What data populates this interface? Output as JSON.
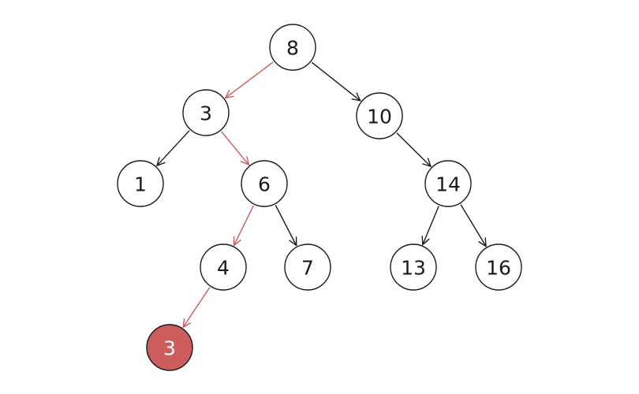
{
  "diagram": {
    "type": "binary-search-tree-insertion",
    "colors": {
      "background": "#ffffff",
      "node_stroke": "#1a1a1a",
      "node_fill": "#ffffff",
      "text": "#1a1a1a",
      "edge": "#1a1a1a",
      "highlight": "#cd5c5c",
      "highlight_text": "#ffffff"
    },
    "nodes": [
      {
        "id": "n8",
        "label": "8"
      },
      {
        "id": "n3",
        "label": "3"
      },
      {
        "id": "n10",
        "label": "10"
      },
      {
        "id": "n1",
        "label": "1"
      },
      {
        "id": "n6",
        "label": "6"
      },
      {
        "id": "n14",
        "label": "14"
      },
      {
        "id": "n4",
        "label": "4"
      },
      {
        "id": "n7",
        "label": "7"
      },
      {
        "id": "n13",
        "label": "13"
      },
      {
        "id": "n16",
        "label": "16"
      },
      {
        "id": "n3new",
        "label": "3",
        "highlighted": true
      }
    ],
    "edges": [
      {
        "from": "n8",
        "to": "n3",
        "highlighted": true
      },
      {
        "from": "n8",
        "to": "n10",
        "highlighted": false
      },
      {
        "from": "n3",
        "to": "n1",
        "highlighted": false
      },
      {
        "from": "n3",
        "to": "n6",
        "highlighted": true
      },
      {
        "from": "n10",
        "to": "n14",
        "highlighted": false
      },
      {
        "from": "n6",
        "to": "n4",
        "highlighted": true
      },
      {
        "from": "n6",
        "to": "n7",
        "highlighted": false
      },
      {
        "from": "n14",
        "to": "n13",
        "highlighted": false
      },
      {
        "from": "n14",
        "to": "n16",
        "highlighted": false
      },
      {
        "from": "n4",
        "to": "n3new",
        "highlighted": true
      }
    ]
  }
}
